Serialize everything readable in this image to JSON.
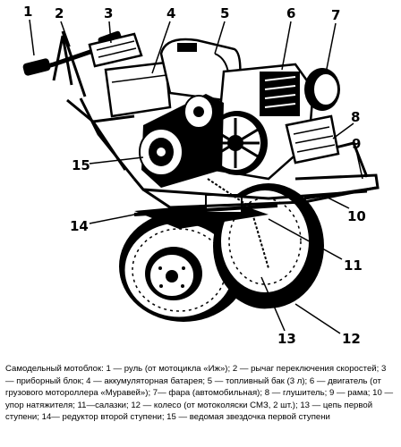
{
  "callouts": [
    "1",
    "2",
    "3",
    "4",
    "5",
    "6",
    "7",
    "8",
    "9",
    "10",
    "11",
    "12",
    "13",
    "14",
    "15"
  ],
  "caption": "Самодельный мотоблок: 1 — руль (от мотоцикла «Иж»); 2 — рычаг переключения скоростей; 3 — приборный блок; 4 — аккумуляторная батарея; 5 — топливный бак (3 л); 6 — двигатель (от грузового мотороллера «Муравей»); 7— фара (автомобильная); 8 — глушитель; 9 — рама; 10 — упор натяжителя; 11—салазки; 12 — колесо (от мотоколяски СМЗ, 2 шт.); 13 — цепь первой ступени; 14— редуктор второй ступени; 15 — ведомая звездочка первой ступени"
}
